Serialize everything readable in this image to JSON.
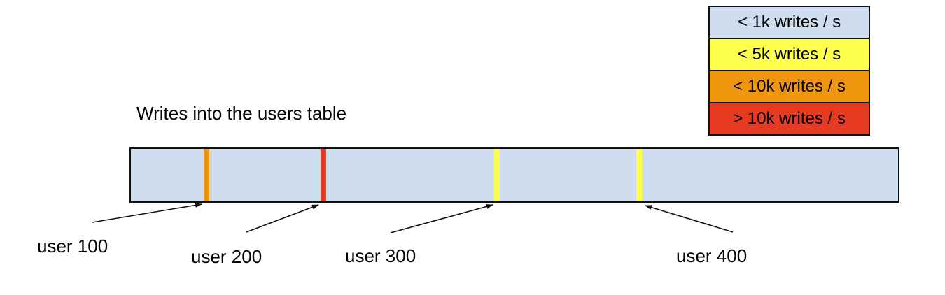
{
  "title": "Writes into the users table",
  "legend": {
    "items": [
      {
        "label": "< 1k writes / s",
        "color": "#cfdeef"
      },
      {
        "label": "< 5k writes / s",
        "color": "#feff4d"
      },
      {
        "label": "< 10k writes / s",
        "color": "#f0970f"
      },
      {
        "label": "> 10k writes / s",
        "color": "#e63a23"
      }
    ]
  },
  "bar": {
    "fill_color": "#cfdeef",
    "border_color": "#111111",
    "markers": [
      {
        "user": "user 100",
        "rate_category": "< 10k writes / s",
        "color": "#f0970f"
      },
      {
        "user": "user 200",
        "rate_category": "> 10k writes / s",
        "color": "#e63a23"
      },
      {
        "user": "user 300",
        "rate_category": "< 5k writes / s",
        "color": "#feff4d"
      },
      {
        "user": "user 400",
        "rate_category": "< 5k writes / s",
        "color": "#feff4d"
      }
    ]
  }
}
